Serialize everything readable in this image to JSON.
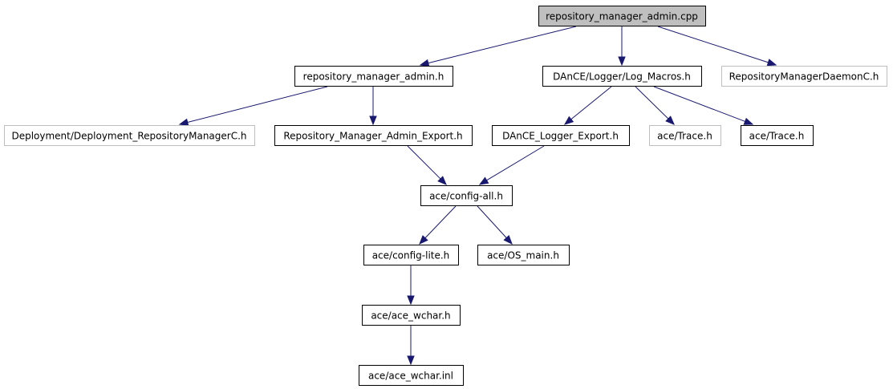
{
  "diagram": {
    "nodes": [
      {
        "id": "root",
        "label": "repository_manager_admin.cpp",
        "style": "root"
      },
      {
        "id": "rma_h",
        "label": "repository_manager_admin.h",
        "style": "normal"
      },
      {
        "id": "log_macros",
        "label": "DAnCE/Logger/Log_Macros.h",
        "style": "normal"
      },
      {
        "id": "rmdaemonc",
        "label": "RepositoryManagerDaemonC.h",
        "style": "external"
      },
      {
        "id": "deploy_rmc",
        "label": "Deployment/Deployment_RepositoryManagerC.h",
        "style": "external"
      },
      {
        "id": "rma_export",
        "label": "Repository_Manager_Admin_Export.h",
        "style": "normal"
      },
      {
        "id": "dance_logger_export",
        "label": "DAnCE_Logger_Export.h",
        "style": "normal"
      },
      {
        "id": "trace_ext",
        "label": "ace/Trace.h",
        "style": "external"
      },
      {
        "id": "trace",
        "label": "ace/Trace.h",
        "style": "normal"
      },
      {
        "id": "config_all",
        "label": "ace/config-all.h",
        "style": "normal"
      },
      {
        "id": "config_lite",
        "label": "ace/config-lite.h",
        "style": "normal"
      },
      {
        "id": "os_main",
        "label": "ace/OS_main.h",
        "style": "normal"
      },
      {
        "id": "ace_wchar_h",
        "label": "ace/ace_wchar.h",
        "style": "normal"
      },
      {
        "id": "ace_wchar_inl",
        "label": "ace/ace_wchar.inl",
        "style": "normal"
      }
    ],
    "edges": [
      {
        "from": "root",
        "to": "rma_h"
      },
      {
        "from": "root",
        "to": "log_macros"
      },
      {
        "from": "root",
        "to": "rmdaemonc"
      },
      {
        "from": "rma_h",
        "to": "deploy_rmc"
      },
      {
        "from": "rma_h",
        "to": "rma_export"
      },
      {
        "from": "log_macros",
        "to": "dance_logger_export"
      },
      {
        "from": "log_macros",
        "to": "trace_ext"
      },
      {
        "from": "log_macros",
        "to": "trace"
      },
      {
        "from": "rma_export",
        "to": "config_all"
      },
      {
        "from": "dance_logger_export",
        "to": "config_all"
      },
      {
        "from": "config_all",
        "to": "config_lite"
      },
      {
        "from": "config_all",
        "to": "os_main"
      },
      {
        "from": "config_lite",
        "to": "ace_wchar_h"
      },
      {
        "from": "ace_wchar_h",
        "to": "ace_wchar_inl"
      }
    ],
    "colors": {
      "edge": "#191970",
      "root_fill": "#bfbfbf",
      "external_border": "#bfbfbf",
      "border": "#000000",
      "background": "#ffffff"
    }
  }
}
